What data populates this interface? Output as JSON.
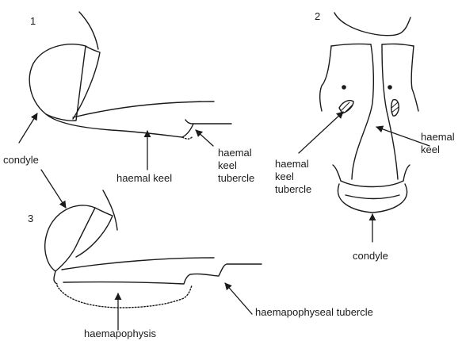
{
  "panels": {
    "panel_1": {
      "number": "1"
    },
    "panel_2": {
      "number": "2"
    },
    "panel_3": {
      "number": "3"
    }
  },
  "labels": {
    "condyle_left": "condyle",
    "haemal_keel_p1": "haemal keel",
    "haemal_keel_tubercle_p1": [
      "haemal",
      "keel",
      "tubercle"
    ],
    "haemal_keel_tubercle_p2": [
      "haemal",
      "keel",
      "tubercle"
    ],
    "haemal_keel_p2": [
      "haemal",
      "keel"
    ],
    "condyle_p2": "condyle",
    "haemapophysis": "haemapophysis",
    "haemapophyseal_tubercle": "haemapophyseal tubercle"
  },
  "colors": {
    "stroke": "#1a1a1a",
    "text": "#1a1a1a",
    "background": "#ffffff"
  }
}
